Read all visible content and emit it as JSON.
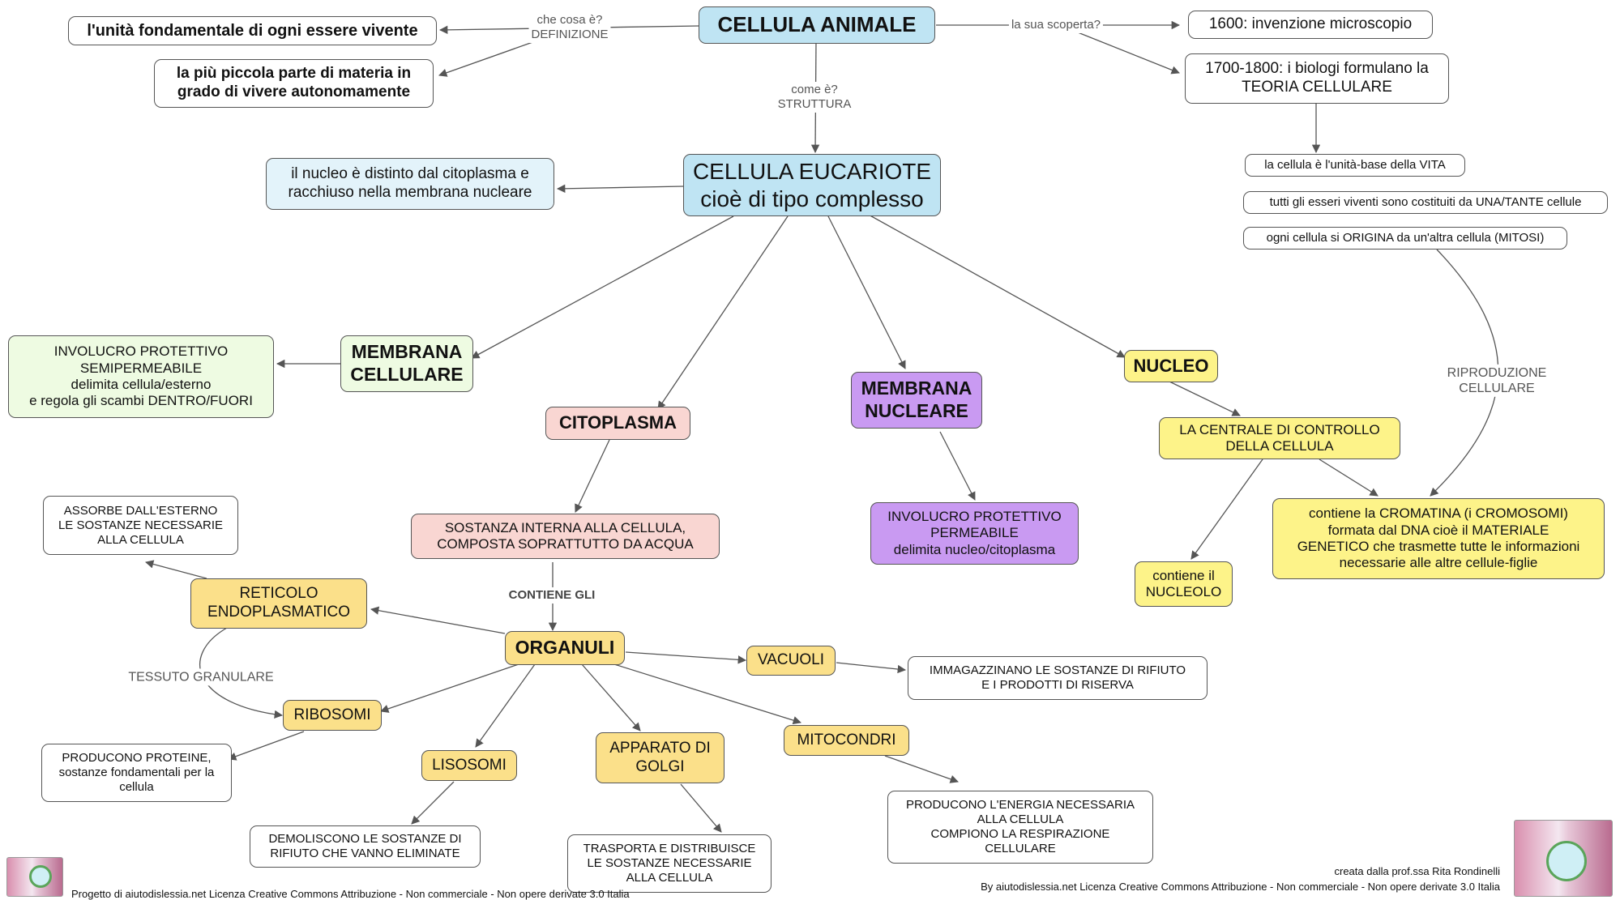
{
  "nodes": {
    "cellula_animale": "CELLULA ANIMALE",
    "def1": "l'unità fondamentale di ogni essere vivente",
    "def2": "la più piccola parte di materia in\ngrado di vivere autonomamente",
    "invenzione": "1600: invenzione microscopio",
    "teoria": "1700-1800: i biologi formulano la\nTEORIA CELLULARE",
    "teoria_1": "la cellula è l'unità-base della VITA",
    "teoria_2": "tutti gli esseri viventi sono costituiti da UNA/TANTE cellule",
    "teoria_3": "ogni cellula si ORIGINA da un'altra cellula (MITOSI)",
    "eucariote": "CELLULA EUCARIOTE\ncioè di tipo complesso",
    "nucleo_distinto": "il nucleo è distinto dal citoplasma e\nracchiuso nella membrana nucleare",
    "membrana_cellulare": "MEMBRANA\nCELLULARE",
    "membrana_cellulare_desc": "INVOLUCRO PROTETTIVO\nSEMIPERMEABILE\ndelimita cellula/esterno\ne regola gli scambi DENTRO/FUORI",
    "citoplasma": "CITOPLASMA",
    "sostanza_interna": "SOSTANZA INTERNA ALLA CELLULA,\nCOMPOSTA SOPRATTUTTO DA ACQUA",
    "membrana_nucleare": "MEMBRANA\nNUCLEARE",
    "membrana_nucleare_desc": "INVOLUCRO PROTETTIVO\nPERMEABILE\ndelimita nucleo/citoplasma",
    "nucleo": "NUCLEO",
    "centrale": "LA CENTRALE DI CONTROLLO\nDELLA CELLULA",
    "nucleolo": "contiene il\nNUCLEOLO",
    "cromatina": "contiene la CROMATINA (i CROMOSOMI)\nformata dal DNA cioè il MATERIALE\nGENETICO che trasmette tutte le informazioni\nnecessarie alle altre cellule-figlie",
    "organuli": "ORGANULI",
    "reticolo": "RETICOLO\nENDOPLASMATICO",
    "assorbe": "ASSORBE DALL'ESTERNO\nLE SOSTANZE NECESSARIE\nALLA CELLULA",
    "ribosomi": "RIBOSOMI",
    "producono_proteine": "PRODUCONO PROTEINE,\nsostanze fondamentali per la\ncellula",
    "lisosomi": "LISOSOMI",
    "demoliscono": "DEMOLISCONO LE SOSTANZE DI\nRIFIUTO CHE VANNO ELIMINATE",
    "golgi": "APPARATO DI\nGOLGI",
    "trasporta": "TRASPORTA E DISTRIBUISCE\nLE SOSTANZE NECESSARIE\nALLA CELLULA",
    "mitocondri": "MITOCONDRI",
    "energia": "PRODUCONO L'ENERGIA NECESSARIA\nALLA CELLULA\nCOMPIONO LA RESPIRAZIONE\nCELLULARE",
    "vacuoli": "VACUOLI",
    "immagazzinano": "IMMAGAZZINANO LE SOSTANZE DI RIFIUTO\nE I PRODOTTI DI RISERVA"
  },
  "labels": {
    "definizione": "che cosa è?\nDEFINIZIONE",
    "scoperta": "la sua scoperta?",
    "struttura": "come è?\nSTRUTTURA",
    "contiene_gli": "CONTIENE GLI",
    "tessuto_granulare": "TESSUTO GRANULARE",
    "riproduzione": "RIPRODUZIONE\nCELLULARE"
  },
  "footer": {
    "author": "creata dalla prof.ssa Rita Rondinelli",
    "license_right": "By aiutodislessia.net Licenza Creative  Commons Attribuzione - Non commerciale - Non opere derivate 3.0 Italia",
    "license_left": "Progetto di  aiutodislessia.net Licenza Creative Commons Attribuzione - Non commerciale - Non opere derivate 3.0 Italia"
  },
  "colors": {
    "line": "#555555",
    "blue": "#bfe4f3",
    "green": "#eefbe2",
    "pink": "#f9d6d2",
    "purple": "#c99af2",
    "yellow": "#fdf389",
    "orange": "#fbe08a"
  }
}
